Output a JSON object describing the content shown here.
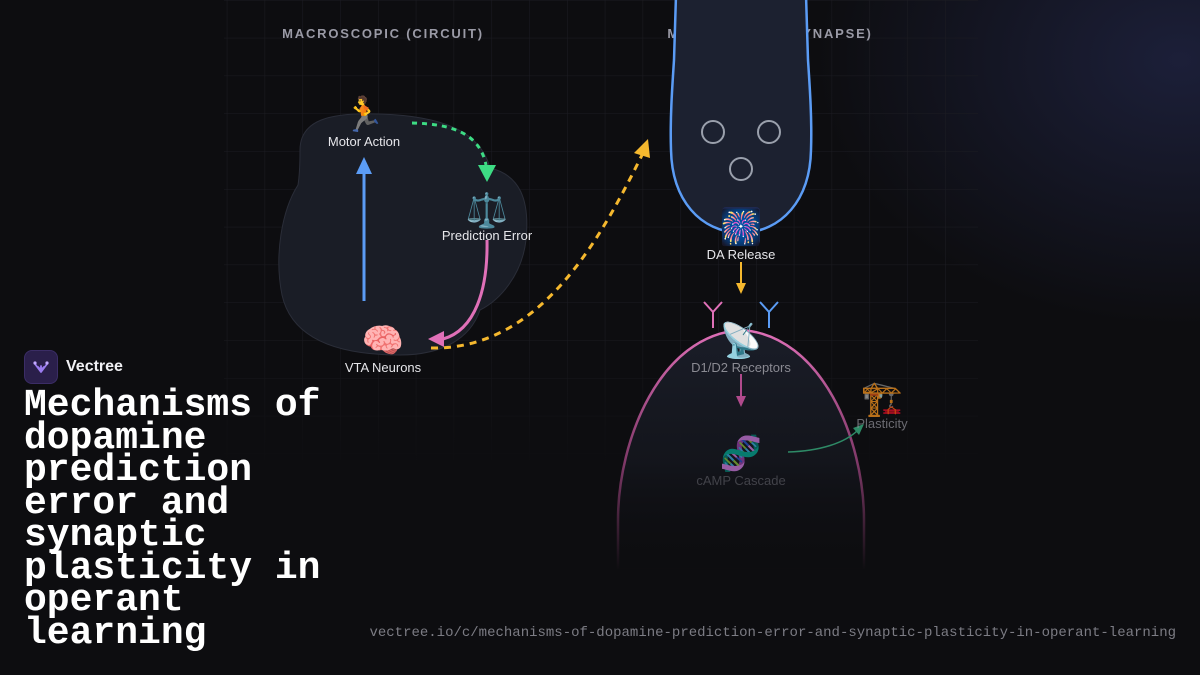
{
  "sections": {
    "circuit": "MACROSCOPIC (CIRCUIT)",
    "synapse": "MICROSCOPIC (SYNAPSE)"
  },
  "nodes": {
    "motor_action": {
      "icon": "🏃",
      "label": "Motor Action"
    },
    "prediction_error": {
      "icon": "⚖️",
      "label": "Prediction Error"
    },
    "vta_neurons": {
      "icon": "🧠",
      "label": "VTA Neurons"
    },
    "da_release": {
      "icon": "🎆",
      "label": "DA Release"
    },
    "d1d2_receptors": {
      "icon": "📡",
      "label": "D1/D2 Receptors"
    },
    "camp_cascade": {
      "icon": "🧬",
      "label": "cAMP Cascade"
    },
    "plasticity": {
      "icon": "🏗️",
      "label": "Plasticity"
    }
  },
  "colors": {
    "blue": "#5b9cf5",
    "green": "#3ddc84",
    "pink": "#e070b8",
    "yellow": "#f5b82e",
    "magenta": "#b04a8c",
    "teal": "#2e8a66",
    "brand_purple": "#7b5cd6"
  },
  "brand": {
    "name": "Vectree",
    "logo_icon": "vectree-logo-icon"
  },
  "title": "Mechanisms of dopamine prediction error and synaptic plasticity in operant learning",
  "url": "vectree.io/c/mechanisms-of-dopamine-prediction-error-and-synaptic-plasticity-in-operant-learning"
}
